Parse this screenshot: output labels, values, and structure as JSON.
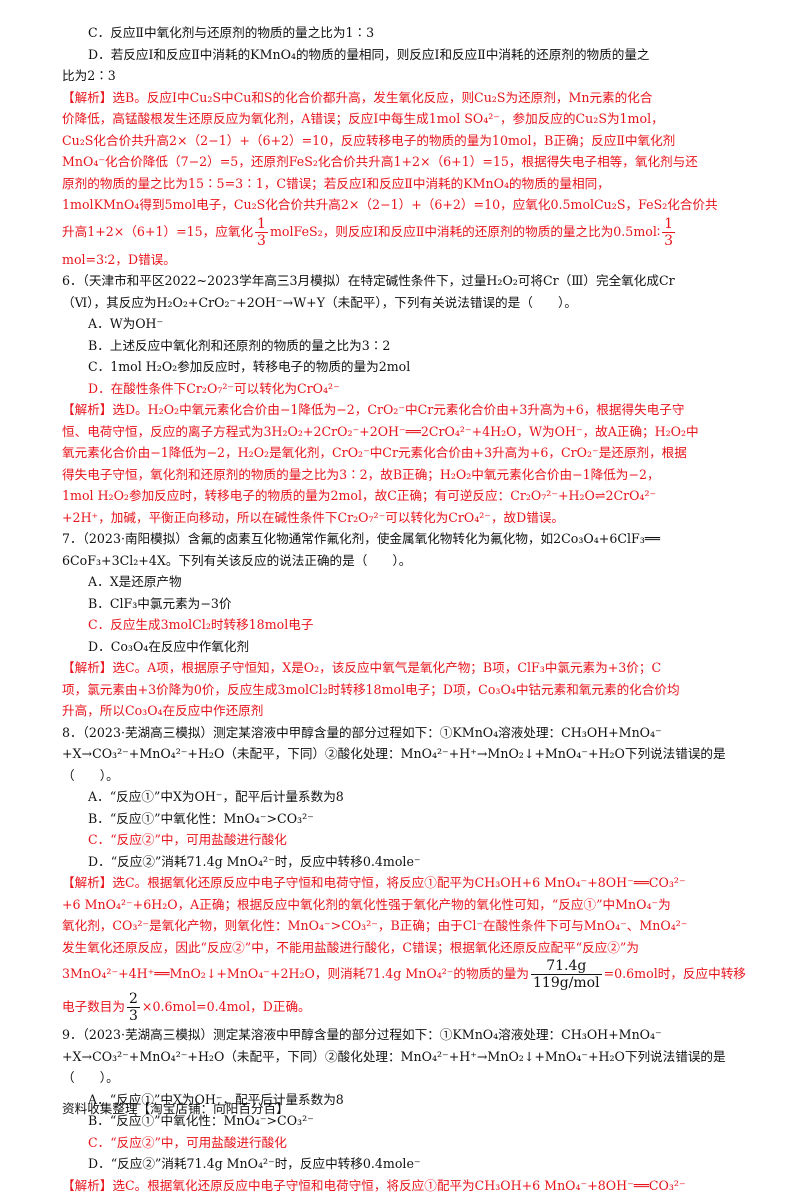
{
  "lines": {
    "l1": "C．反应Ⅱ中氧化剂与还原剂的物质的量之比为1∶3",
    "l2": "D．若反应Ⅰ和反应Ⅱ中消耗的KMnO₄的物质的量相同，则反应Ⅰ和反应Ⅱ中消耗的还原剂的物质的量之",
    "l3": "比为2∶3",
    "l4": "【解析】选B。反应Ⅰ中Cu₂S中Cu和S的化合价都升高，发生氧化反应，则Cu₂S为还原剂，Mn元素的化合",
    "l5": "价降低，高锰酸根发生还原反应为氧化剂，A错误；反应Ⅰ中每生成1mol SO₄²⁻，参加反应的Cu₂S为1mol，",
    "l6": "Cu₂S化合价共升高2×（2−1）+（6+2）=10，反应转移电子的物质的量为10mol，B正确；反应Ⅱ中氧化剂",
    "l7": "MnO₄⁻化合价降低（7−2）=5，还原剂FeS₂化合价共升高1+2×（6+1）=15，根据得失电子相等，氧化剂与还",
    "l8": "原剂的物质的量之比为15∶5=3∶1，C错误；若反应Ⅰ和反应Ⅱ中消耗的KMnO₄的物质的量相同，",
    "l9": "1molKMnO₄得到5mol电子，Cu₂S化合价共升高2×（2−1）+（6+2）=10，应氧化0.5molCu₂S，FeS₂化合价共",
    "l10a": "升高1+2×（6+1）=15，应氧化",
    "l10b": "molFeS₂，则反应Ⅰ和反应Ⅱ中消耗的还原剂的物质的量之比为0.5mol∶",
    "l11": "mol=3∶2，D错误。",
    "l12": "6．（天津市和平区2022~2023学年高三3月模拟）在特定碱性条件下，过量H₂O₂可将Cr（Ⅲ）完全氧化成Cr",
    "l13": "（Ⅵ），其反应为H₂O₂+CrO₂⁻+2OH⁻→W+Y（未配平），下列有关说法错误的是（　　）。",
    "l14": "A．W为OH⁻",
    "l15": "B．上述反应中氧化剂和还原剂的物质的量之比为3∶2",
    "l16": "C．1mol H₂O₂参加反应时，转移电子的物质的量为2mol",
    "l17": "D．在酸性条件下Cr₂O₇²⁻可以转化为CrO₄²⁻",
    "l18": "【解析】选D。H₂O₂中氧元素化合价由−1降低为−2，CrO₂⁻中Cr元素化合价由+3升高为+6，根据得失电子守",
    "l19": "恒、电荷守恒，反应的离子方程式为3H₂O₂+2CrO₂⁻+2OH⁻══2CrO₄²⁻+4H₂O，W为OH⁻，故A正确；H₂O₂中",
    "l20": "氧元素化合价由−1降低为−2，H₂O₂是氧化剂，CrO₂⁻中Cr元素化合价由+3升高为+6，CrO₂⁻是还原剂，根据",
    "l21": "得失电子守恒，氧化剂和还原剂的物质的量之比为3∶2，故B正确；H₂O₂中氧元素化合价由−1降低为−2，",
    "l22": "1mol H₂O₂参加反应时，转移电子的物质的量为2mol，故C正确；有可逆反应：Cr₂O₇²⁻+H₂O⇌2CrO₄²⁻",
    "l23": "+2H⁺，加碱，平衡正向移动，所以在碱性条件下Cr₂O₇²⁻可以转化为CrO₄²⁻，故D错误。",
    "l24": "7．（2023·南阳模拟）含氟的卤素互化物通常作氟化剂，使金属氧化物转化为氟化物，如2Co₃O₄+6ClF₃══",
    "l25": "6CoF₃+3Cl₂+4X。下列有关该反应的说法正确的是（　　）。",
    "l26": "A．X是还原产物",
    "l27": "B．ClF₃中氯元素为−3价",
    "l28": "C．反应生成3molCl₂时转移18mol电子",
    "l29": "D．Co₃O₄在反应中作氧化剂",
    "l30": "【解析】选C。A项，根据原子守恒知，X是O₂，该反应中氧气是氧化产物；B项，ClF₃中氯元素为+3价；C",
    "l31": "项，氯元素由+3价降为0价，反应生成3molCl₂时转移18mol电子；D项，Co₃O₄中钴元素和氧元素的化合价均",
    "l32": "升高，所以Co₃O₄在反应中作还原剂",
    "l33": "8．（2023·芜湖高三模拟）测定某溶液中甲醇含量的部分过程如下：①KMnO₄溶液处理：CH₃OH+MnO₄⁻",
    "l34": "+X→CO₃²⁻+MnO₄²⁻+H₂O（未配平，下同）②酸化处理：MnO₄²⁻+H⁺→MnO₂↓+MnO₄⁻+H₂O下列说法错误的是",
    "l35": "（　　）。",
    "l36": "A．“反应①”中X为OH⁻，配平后计量系数为8",
    "l37": "B．“反应①”中氧化性：MnO₄⁻>CO₃²⁻",
    "l38": "C．“反应②”中，可用盐酸进行酸化",
    "l39": "D．“反应②”消耗71.4g MnO₄²⁻时，反应中转移0.4mole⁻",
    "l40": "【解析】选C。根据氧化还原反应中电子守恒和电荷守恒，将反应①配平为CH₃OH+6 MnO₄⁻+8OH⁻══CO₃²⁻",
    "l41": "+6 MnO₄²⁻+6H₂O，A正确；根据反应中氧化剂的氧化性强于氧化产物的氧化性可知，“反应①”中MnO₄⁻为",
    "l42": "氧化剂，CO₃²⁻是氧化产物，则氧化性：MnO₄⁻>CO₃²⁻，B正确；由于Cl⁻在酸性条件下可与MnO₄⁻、MnO₄²⁻",
    "l43": "发生氧化还原反应，因此“反应②”中，不能用盐酸进行酸化，C错误；根据氧化还原反应配平“反应②”为",
    "l44a": "3MnO₄²⁻+4H⁺══MnO₂↓+MnO₄⁻+2H₂O，则消耗71.4g MnO₄²⁻的物质的量为",
    "l44b": "=0.6mol时，反应中转移",
    "l45a": "电子数目为",
    "l45b": "×0.6mol=0.4mol，D正确。",
    "l46": "9．（2023·芜湖高三模拟）测定某溶液中甲醇含量的部分过程如下：①KMnO₄溶液处理：CH₃OH+MnO₄⁻",
    "l47": "+X→CO₃²⁻+MnO₄²⁻+H₂O（未配平，下同）②酸化处理：MnO₄²⁻+H⁺→MnO₂↓+MnO₄⁻+H₂O下列说法错误的是",
    "l48": "（　　）。",
    "l49": "A．“反应①”中X为OH⁻，配平后计量系数为8",
    "l50": "B．“反应①”中氧化性：MnO₄⁻>CO₃²⁻",
    "l51": "C．“反应②”中，可用盐酸进行酸化",
    "l52": "D．“反应②”消耗71.4g MnO₄²⁻时，反应中转移0.4mole⁻",
    "l53": "【解析】选C。根据氧化还原反应中电子守恒和电荷守恒，将反应①配平为CH₃OH+6 MnO₄⁻+8OH⁻══CO₃²⁻"
  },
  "fractions": {
    "third_num": "1",
    "third_den": "3",
    "mass_num": "71.4g",
    "mass_den": "119g/mol",
    "two_thirds_num": "2",
    "two_thirds_den": "3"
  },
  "footer": "资料收集整理【淘宝店铺：向阳百分百】",
  "colors": {
    "answer_red": "#e8141c",
    "text": "#111111"
  }
}
